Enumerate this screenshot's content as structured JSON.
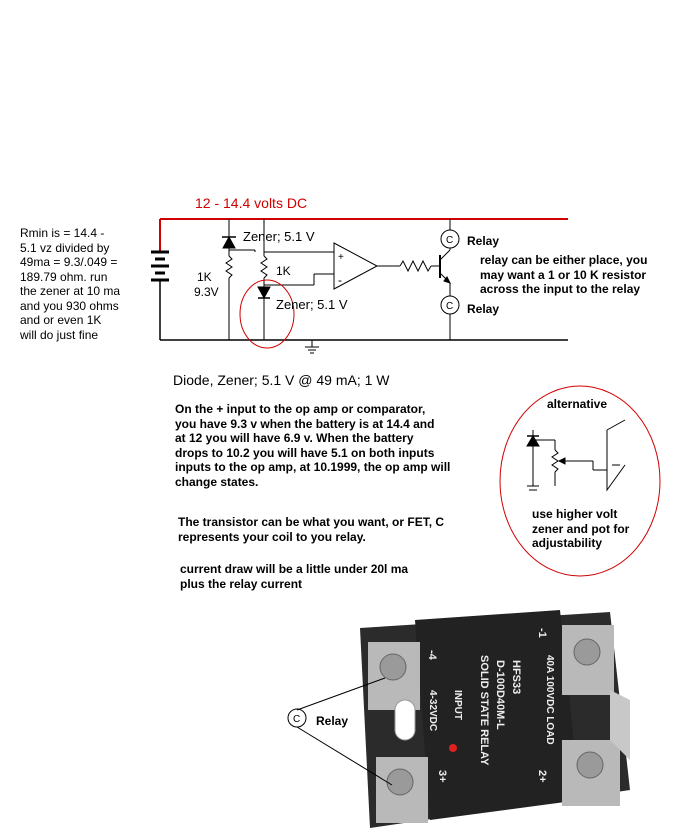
{
  "labels": {
    "supply": "12 - 14.4 volts DC",
    "zener_top": "Zener; 5.1 V",
    "zener_bottom": "Zener; 5.1 V",
    "r1": "1K",
    "v93": "9.3V",
    "r2": "1K",
    "relay_top": "Relay",
    "relay_bottom": "Relay",
    "diode_spec": "Diode, Zener; 5.1 V @ 49 mA; 1 W",
    "relay_photo": "Relay"
  },
  "notes": {
    "rmin": "Rmin is = 14.4 -\n5.1 vz divided by\n49ma = 9.3/.049 =\n189.79 ohm. run\nthe zener at 10 ma\nand you 930 ohms\nand  or even 1K\nwill do just fine",
    "relay_place": "relay can be either place, you\nmay want  a 1 or 10 K resistor\nacross the input to the relay",
    "opamp": "On the + input to the op amp or comparator,\nyou have 9.3 v when the battery is at 14.4 and\nat 12 you will have 6.9 v.  When the battery\ndrops to 10.2 you will have 5.1 on both inputs\ninputs to the op amp, at 10.1999, the op amp will\nchange states.",
    "transistor": "The transistor can be what you want, or FET, C\nrepresents your coil to you relay.",
    "current": "current draw will be a little under 20l ma\nplus the relay current"
  },
  "alternative": {
    "title": "alternative",
    "note": "use higher volt\nzener and pot for\nadjustability"
  },
  "ssr": {
    "rating": "40A 100VDC LOAD",
    "model": "HFS33",
    "part": "D-100D40M-L",
    "type": "SOLID STATE RELAY",
    "input_label": "INPUT",
    "voltage": "4-32VDC",
    "term_minus4": "-4",
    "term_plus3": "3+",
    "term_minus1": "-1",
    "term_plus2": "2+"
  },
  "colors": {
    "rail": "#d00000",
    "highlight": "#d00000",
    "text": "#000000"
  }
}
